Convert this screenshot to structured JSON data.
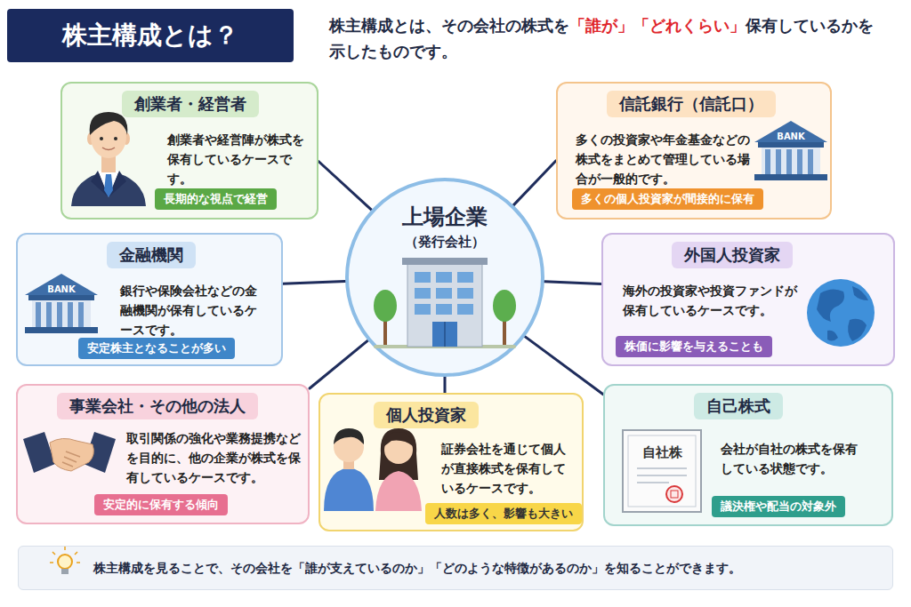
{
  "diagram": {
    "title": "株主構成とは？",
    "nodes": [
      {
        "text": [
          "創業者・経営者",
          "創業者や経営陣が株式を保有しているケースです。"
        ]
      },
      {
        "text": [
          "長期的な視点で経営"
        ],
        "in": 0
      },
      {
        "text": [
          "信託銀行（信託口）",
          "多くの投資家や年金基金などの株式をまとめて管理している場合が一般的です。"
        ]
      },
      {
        "text": [
          "多くの個人投資家が間接的に保有"
        ],
        "in": 2
      },
      {
        "text": [
          "上場企業",
          "（発行会社）"
        ]
      },
      {
        "text": [
          "金融機関",
          "銀行や保険会社などの金融機関が保有しているケースです。"
        ]
      },
      {
        "text": [
          "安定株主となることが多い"
        ],
        "in": 5
      },
      {
        "text": [
          "外国人投資家",
          "海外の投資家や投資ファンドが保有しているケースです。"
        ]
      },
      {
        "text": [
          "株価に影響を与えることも"
        ],
        "in": 7
      },
      {
        "text": [
          "事業会社・その他の法人",
          "取引関係の強化や業務提携などを目的に、他の企業が株式を保有しているケースです。"
        ]
      },
      {
        "text": [
          "安定的に保有する傾向"
        ],
        "in": 9
      },
      {
        "text": [
          "個人投資家",
          "証券会社を通じて個人が直接株式を保有しているケースです。"
        ]
      },
      {
        "text": [
          "人数は多く、影響も大きい"
        ],
        "in": 11
      },
      {
        "text": [
          "自己株式",
          "会社が自社の株式を保有している状態です。"
        ]
      },
      {
        "text": [
          "議決権や配当の対象外"
        ],
        "in": 13
      },
      {
        "text": [
          "株主構成を見ることで、その会社を「誰が支えているのか」「どのような特徴があるのか」を知ることができます。"
        ]
      }
    ],
    "edges": [
      {
        "from": 4,
        "to": 0,
        "arrow": "none"
      },
      {
        "from": 4,
        "to": 2,
        "arrow": "none"
      },
      {
        "from": 4,
        "to": 5,
        "arrow": "none"
      },
      {
        "from": 4,
        "to": 7,
        "arrow": "none"
      },
      {
        "from": 4,
        "to": 9,
        "arrow": "none"
      },
      {
        "from": 4,
        "to": 11,
        "arrow": "none"
      },
      {
        "from": 4,
        "to": 13,
        "arrow": "none"
      }
    ],
    "labels": [
      "株主構成とは、その会社の株式を",
      "「誰が」「どれくらい」",
      "保有しているかを示したものです。",
      "BANK",
      "BANK",
      "自社株"
    ]
  }
}
